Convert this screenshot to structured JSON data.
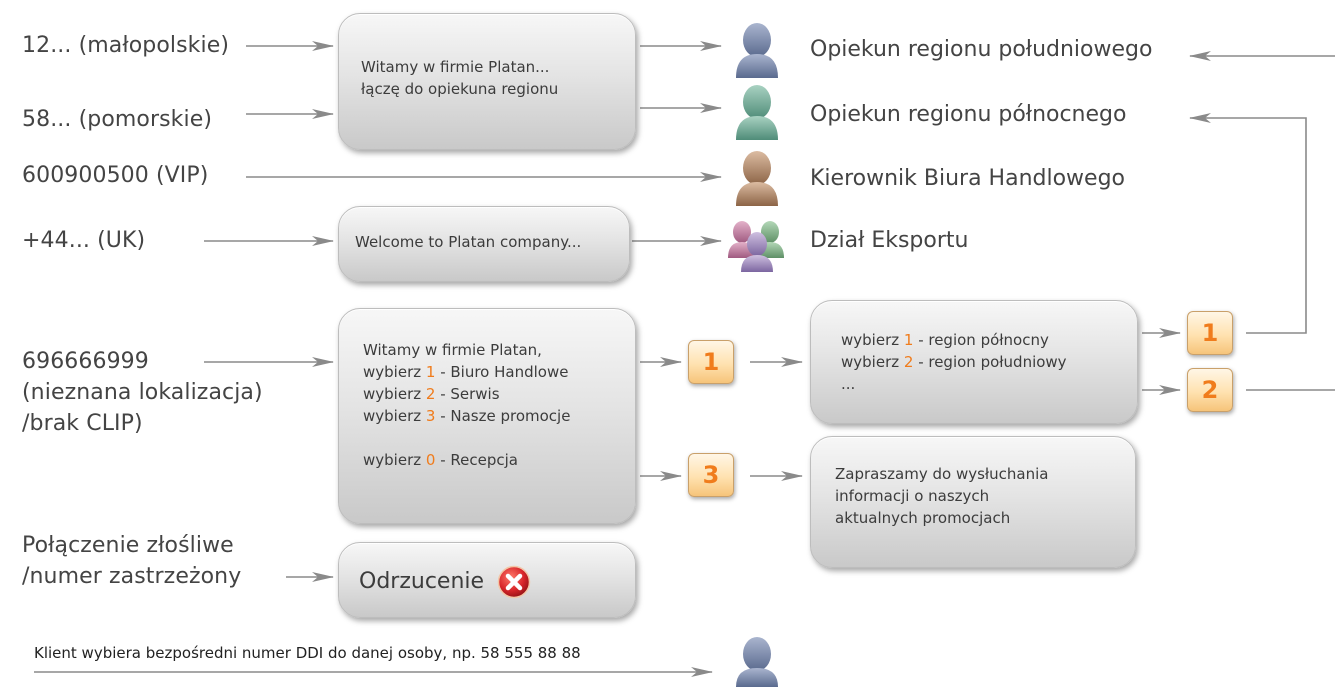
{
  "sources": {
    "malopolskie": "12... (małopolskie)",
    "pomorskie": "58... (pomorskie)",
    "vip": "600900500 (VIP)",
    "uk": "+44... (UK)",
    "unknown": [
      "696666999",
      "(nieznana lokalizacja)",
      "/brak CLIP)"
    ],
    "malicious": [
      "Połączenie złośliwe",
      "/numer zastrzeżony"
    ]
  },
  "boxes": {
    "welcome_pl": [
      "Witamy w firmie Platan...",
      "łączę do opiekuna regionu"
    ],
    "welcome_uk": "Welcome to Platan company...",
    "ivr_main": {
      "intro": "Witamy w firmie Platan,",
      "options": [
        {
          "prefix": "wybierz ",
          "key": "1",
          "label": " - Biuro Handlowe"
        },
        {
          "prefix": "wybierz ",
          "key": "2",
          "label": " - Serwis"
        },
        {
          "prefix": "wybierz ",
          "key": "3",
          "label": " - Nasze promocje"
        }
      ],
      "zero": {
        "prefix": "wybierz ",
        "key": "0",
        "label": " - Recepcja"
      }
    },
    "ivr_region": {
      "options": [
        {
          "prefix": "wybierz ",
          "key": "1",
          "label": " - region północny"
        },
        {
          "prefix": "wybierz ",
          "key": "2",
          "label": " - region południowy"
        }
      ],
      "ellipsis": "..."
    },
    "promo": [
      "Zapraszamy do wysłuchania",
      "informacji o naszych",
      "aktualnych promocjach"
    ],
    "reject": "Odrzucenie"
  },
  "keys": {
    "main_1": "1",
    "main_3": "3",
    "region_1": "1",
    "region_2": "2"
  },
  "destinations": {
    "south": "Opiekun regionu południowego",
    "north": "Opiekun regionu północnego",
    "manager": "Kierownik Biura Handlowego",
    "export": "Dział Eksportu"
  },
  "ddi_note": "Klient wybiera bezpośredni numer DDI do danej osoby, np. 58 555 88 88",
  "colors": {
    "accent": "#f07c1c",
    "person_south": "#6f7fa0",
    "person_north": "#6fa090",
    "person_manager": "#a88468",
    "export_group": [
      "#b77a9a",
      "#a08ab0",
      "#7fa087"
    ],
    "reject_icon": "#d8262a"
  },
  "icons": [
    "person-icon",
    "group-icon",
    "reject-icon",
    "arrow-icon"
  ]
}
